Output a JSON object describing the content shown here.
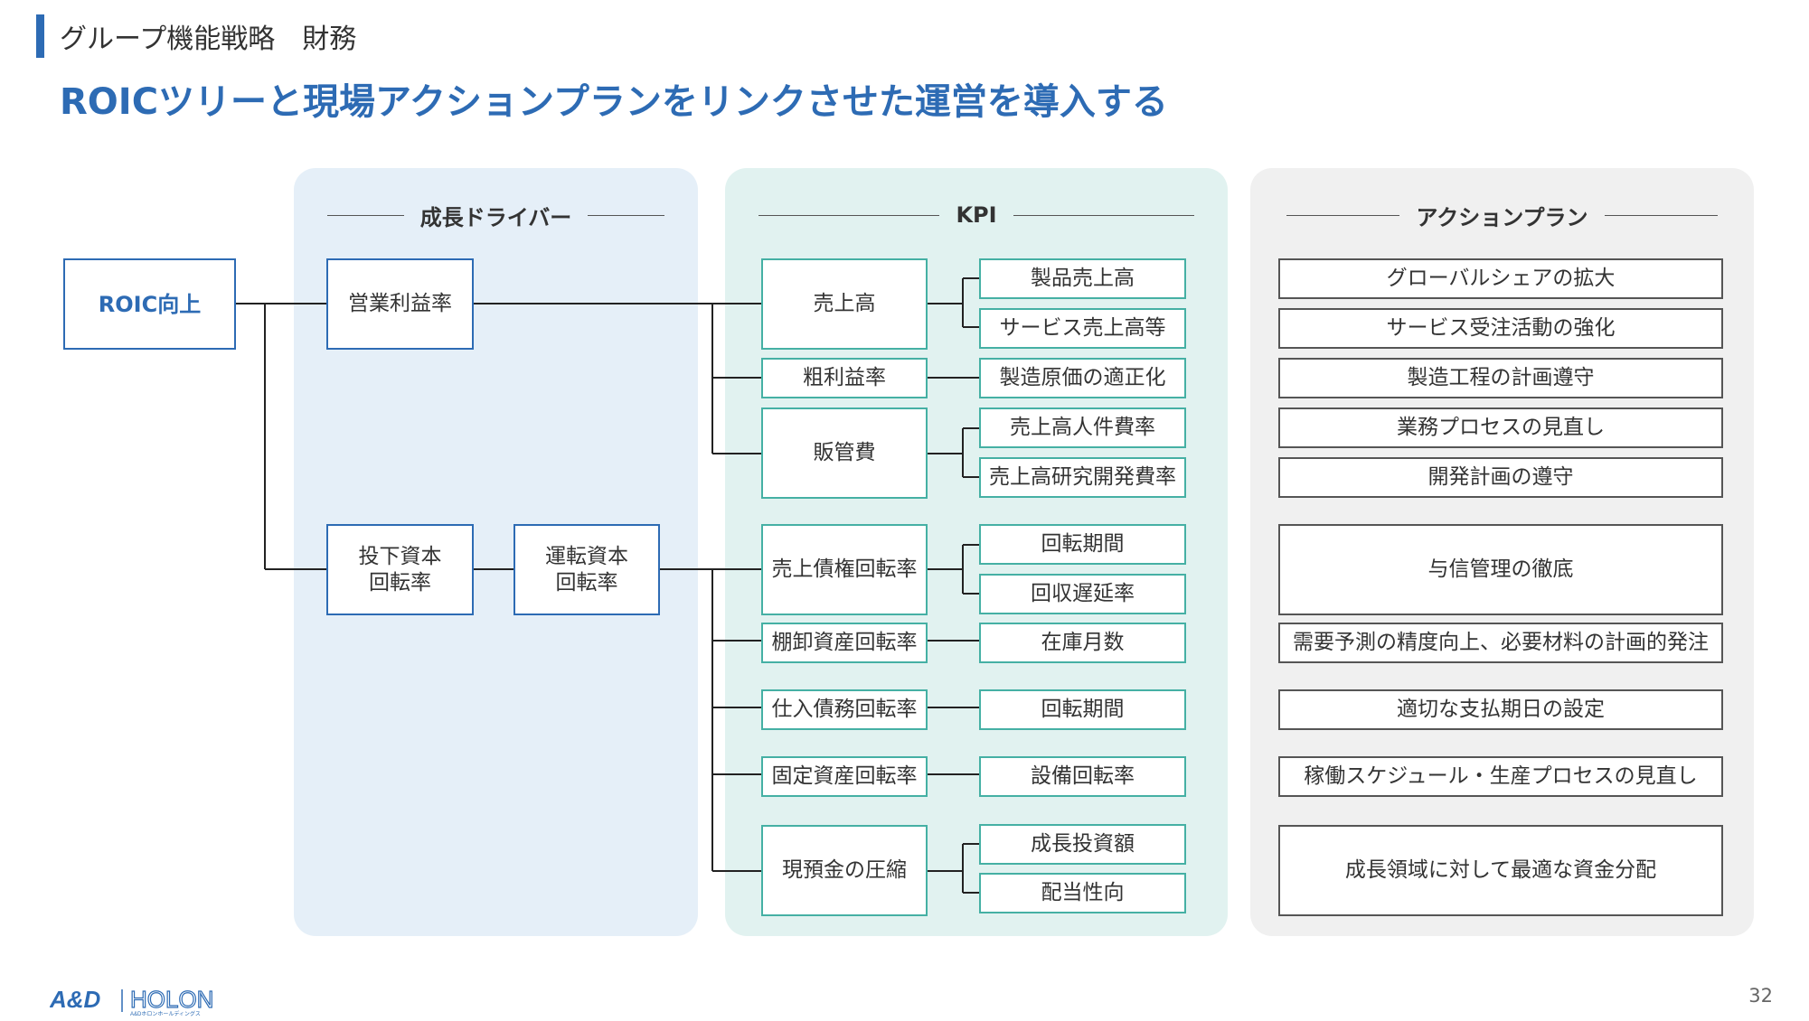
{
  "header": {
    "section_title": "グループ機能戦略　財務",
    "slide_title": "ROICツリーと現場アクションプランをリンクさせた運営を導入する"
  },
  "columns": {
    "drivers": "成長ドライバー",
    "kpi": "KPI",
    "actions": "アクションプラン"
  },
  "tree": {
    "root": "ROIC向上",
    "drivers": {
      "operating_margin": "営業利益率",
      "capital_turnover": "投下資本\n回転率",
      "working_capital_turnover": "運転資本\n回転率"
    },
    "kpi_level1": {
      "sales": "売上高",
      "gross_margin": "粗利益率",
      "sga": "販管費",
      "receivables_turnover": "売上債権回転率",
      "inventory_turnover": "棚卸資産回転率",
      "payables_turnover": "仕入債務回転率",
      "fixed_asset_turnover": "固定資産回転率",
      "cash_compression": "現預金の圧縮"
    },
    "kpi_level2": {
      "product_sales": "製品売上高",
      "service_sales": "サービス売上高等",
      "cost_optimization": "製造原価の適正化",
      "personnel_cost_ratio": "売上高人件費率",
      "rd_cost_ratio": "売上高研究開発費率",
      "collection_period": "回転期間",
      "collection_delay_rate": "回収遅延率",
      "inventory_months": "在庫月数",
      "payment_period": "回転期間",
      "equipment_turnover": "設備回転率",
      "growth_investment": "成長投資額",
      "dividend_payout": "配当性向"
    }
  },
  "actions": {
    "a1": "グローバルシェアの拡大",
    "a2": "サービス受注活動の強化",
    "a3": "製造工程の計画遵守",
    "a4": "業務プロセスの見直し",
    "a5": "開発計画の遵守",
    "a6": "与信管理の徹底",
    "a7": "需要予測の精度向上、必要材料の計画的発注",
    "a8": "適切な支払期日の設定",
    "a9": "稼働スケジュール・生産プロセスの見直し",
    "a10": "成長領域に対して最適な資金分配"
  },
  "footer": {
    "logo_and": "A&D",
    "logo_holon": "HOLON",
    "logo_sub": "A&Dホロンホールディングス",
    "page_number": "32"
  },
  "colors": {
    "brand_blue": "#2d6bb4",
    "kpi_teal": "#45b0a4",
    "drivers_bg": "#e5eff8",
    "kpi_bg": "#e1f2f0",
    "actions_bg": "#f0f0f0"
  }
}
